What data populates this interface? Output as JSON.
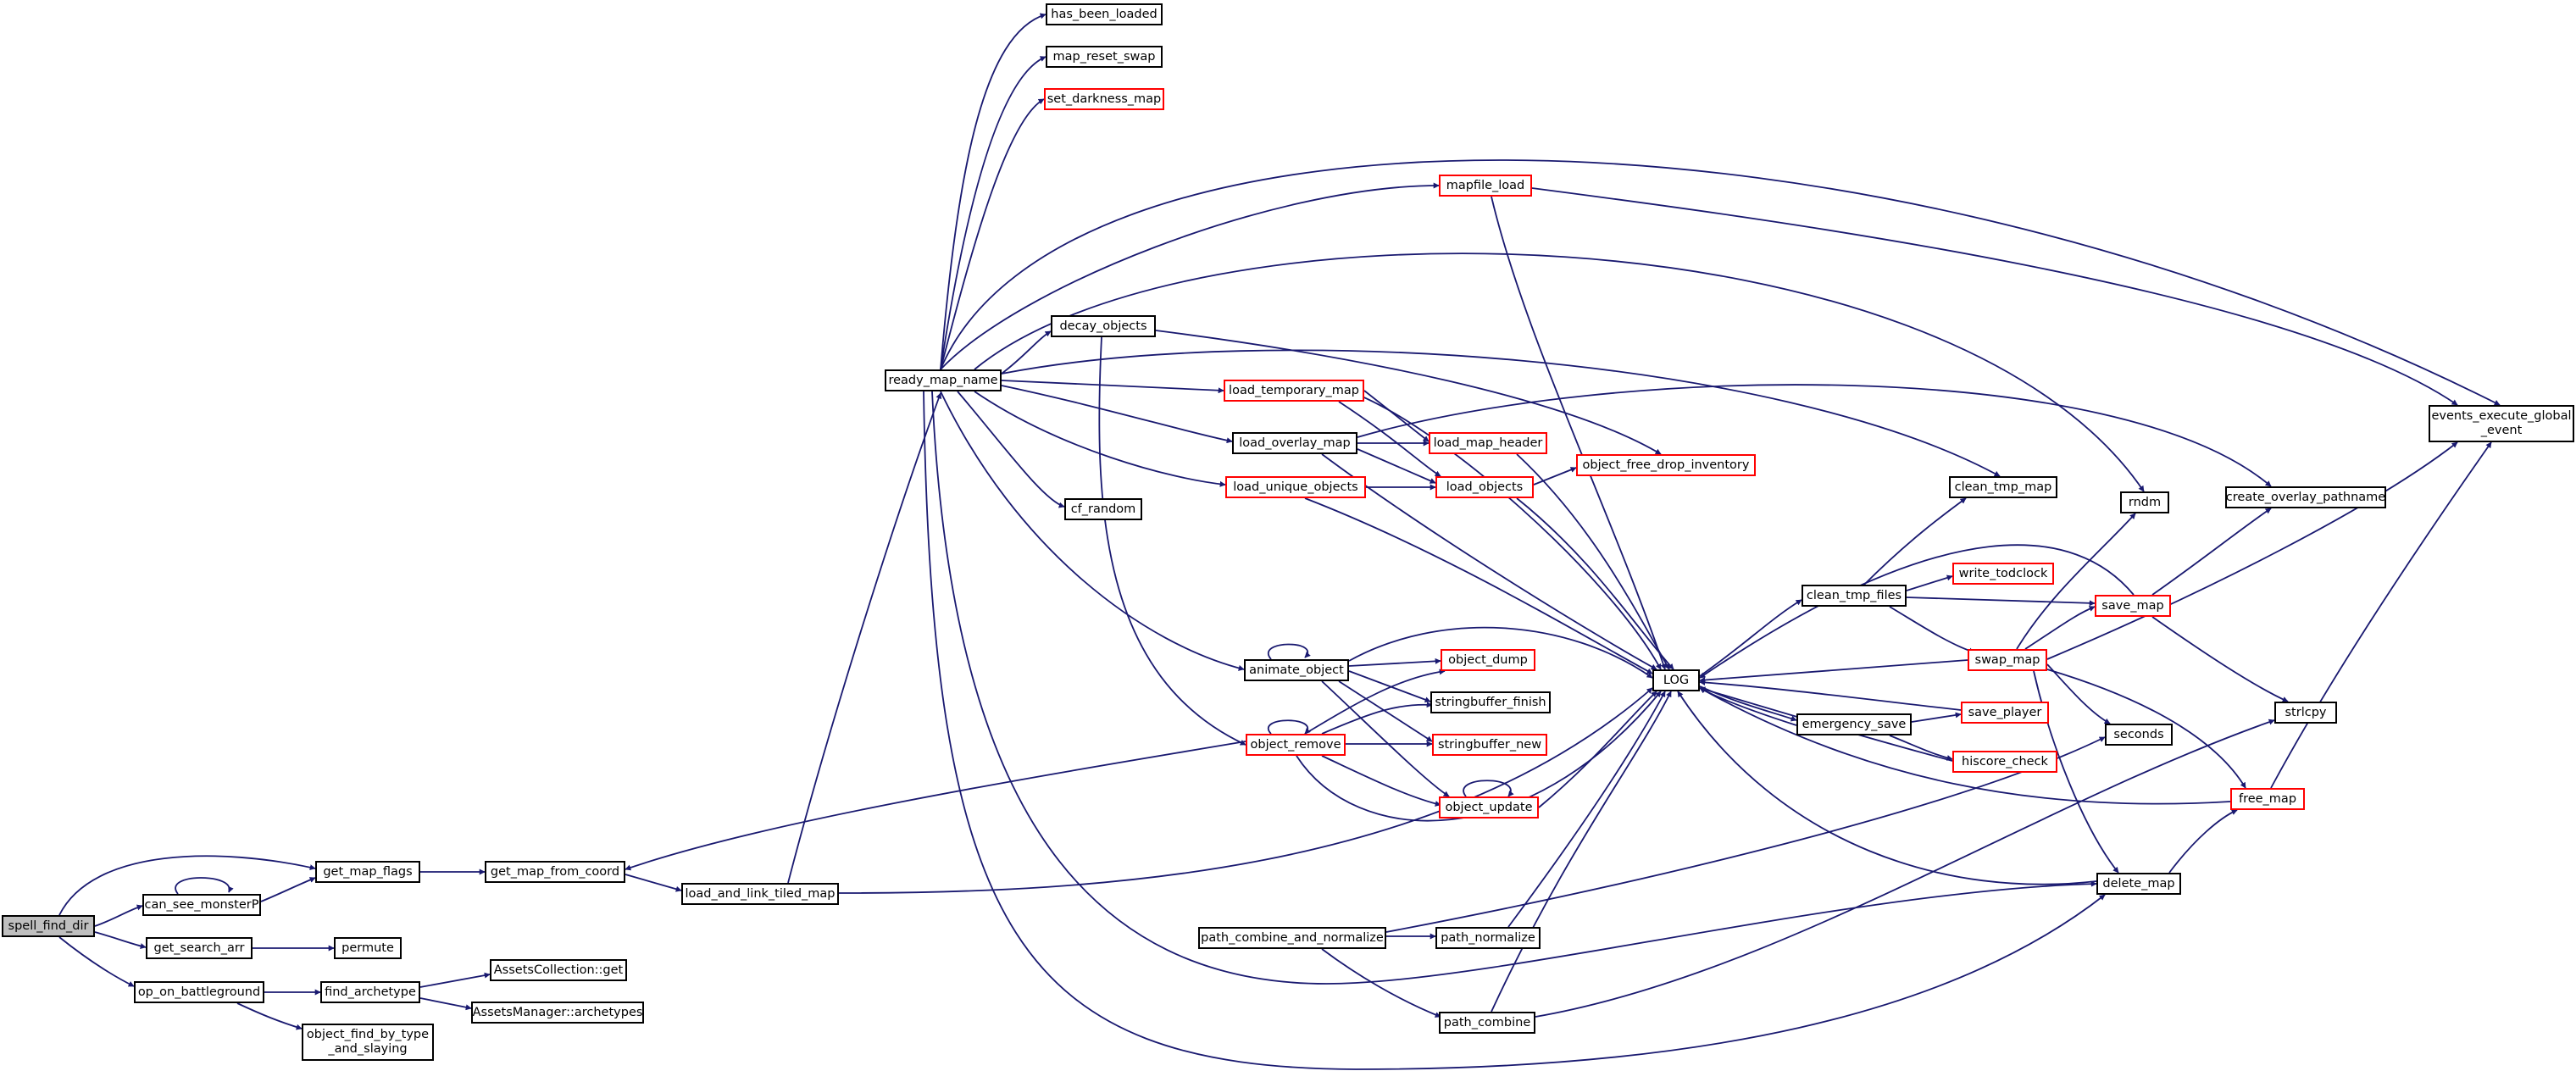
{
  "colors": {
    "edge": "#191970",
    "node_border": "#000000",
    "truncated_border": "#ff0000",
    "root_fill": "#bfbfbf",
    "background": "#ffffff"
  },
  "nodes": {
    "spell_find_dir": "spell_find_dir",
    "can_see_monsterP": "can_see_monsterP",
    "get_search_arr": "get_search_arr",
    "op_on_battleground": "op_on_battleground",
    "get_map_flags": "get_map_flags",
    "get_map_from_coord": "get_map_from_coord",
    "load_and_link_tiled_map": "load_and_link_tiled_map",
    "permute": "permute",
    "find_archetype": "find_archetype",
    "object_find_by_type_and_slaying": "object_find_by_type\n_and_slaying",
    "AssetsCollection_get": "AssetsCollection::get",
    "AssetsManager_archetypes": "AssetsManager::archetypes",
    "ready_map_name": "ready_map_name",
    "has_been_loaded": "has_been_loaded",
    "map_reset_swap": "map_reset_swap",
    "set_darkness_map": "set_darkness_map",
    "mapfile_load": "mapfile_load",
    "decay_objects": "decay_objects",
    "load_temporary_map": "load_temporary_map",
    "load_overlay_map": "load_overlay_map",
    "load_map_header": "load_map_header",
    "load_unique_objects": "load_unique_objects",
    "load_objects": "load_objects",
    "object_free_drop_inventory": "object_free_drop_inventory",
    "cf_random": "cf_random",
    "animate_object": "animate_object",
    "object_dump": "object_dump",
    "stringbuffer_finish": "stringbuffer_finish",
    "stringbuffer_new": "stringbuffer_new",
    "object_remove": "object_remove",
    "object_update": "object_update",
    "LOG": "LOG",
    "path_combine_and_normalize": "path_combine_and_normalize",
    "path_normalize": "path_normalize",
    "path_combine": "path_combine",
    "clean_tmp_map": "clean_tmp_map",
    "clean_tmp_files": "clean_tmp_files",
    "write_todclock": "write_todclock",
    "emergency_save": "emergency_save",
    "save_player": "save_player",
    "hiscore_check": "hiscore_check",
    "rndm": "rndm",
    "save_map": "save_map",
    "swap_map": "swap_map",
    "seconds": "seconds",
    "delete_map": "delete_map",
    "free_map": "free_map",
    "strlcpy": "strlcpy",
    "create_overlay_pathname": "create_overlay_pathname",
    "events_execute_global_event": "events_execute_global\n_event"
  }
}
